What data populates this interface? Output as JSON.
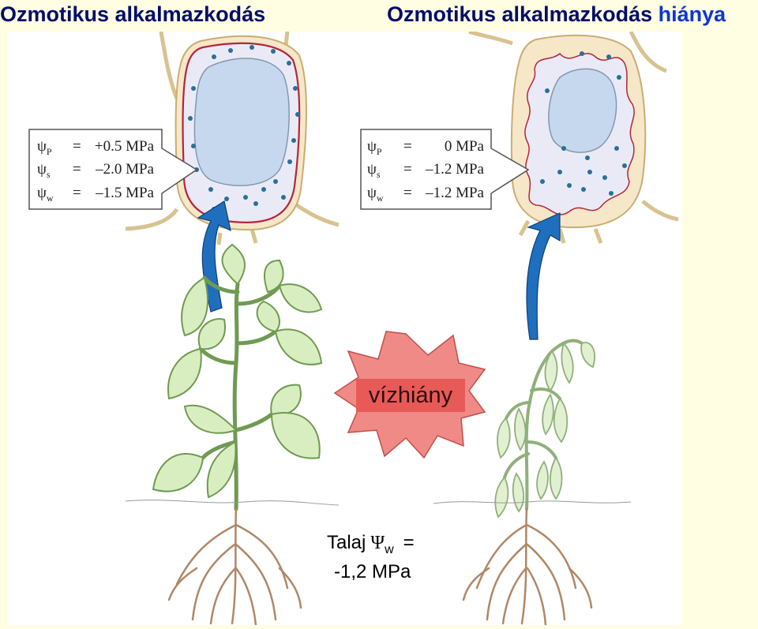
{
  "titles": {
    "left": "Ozmotikus alkalmazkodás",
    "right_main": "Ozmotikus alkalmazkodás",
    "right_highlight": "hiánya"
  },
  "colors": {
    "background": "#fffee2",
    "title_text": "#000d6b",
    "title_highlight": "#0b35d9",
    "leaf_fill": "#d9eec0",
    "leaf_stroke": "#6f9a52",
    "cell_wall": "#f6e7c9",
    "vacuole": "#c6d8ee",
    "cytoplasm": "#eaeaf6",
    "membrane": "#b3263a",
    "arrow": "#1f6fbe",
    "burst": "#f08a86",
    "burst_label_bg": "#e85a57"
  },
  "cell_left": {
    "labels": [
      {
        "sym": "ψ",
        "sub": "P",
        "eq": "=",
        "val": "+0.5 MPa"
      },
      {
        "sym": "ψ",
        "sub": "s",
        "eq": "=",
        "val": "–2.0 MPa"
      },
      {
        "sym": "ψ",
        "sub": "w",
        "eq": "=",
        "val": "–1.5 MPa"
      }
    ]
  },
  "cell_right": {
    "labels": [
      {
        "sym": "ψ",
        "sub": "P",
        "eq": "=",
        "val": "0 MPa"
      },
      {
        "sym": "ψ",
        "sub": "s",
        "eq": "=",
        "val": "–1.2 MPa"
      },
      {
        "sym": "ψ",
        "sub": "w",
        "eq": "=",
        "val": "–1.2 MPa"
      }
    ]
  },
  "burst_label": "vízhiány",
  "soil": {
    "prefix": "Talaj",
    "symbol": "Ψ",
    "sub": "w",
    "eq": "=",
    "value": "-1,2 MPa"
  },
  "icons": [
    "cell-turgid-icon",
    "cell-plasmolysed-icon",
    "upright-plant-icon",
    "wilted-plant-icon",
    "arrow-up-icon",
    "burst-star-icon"
  ]
}
